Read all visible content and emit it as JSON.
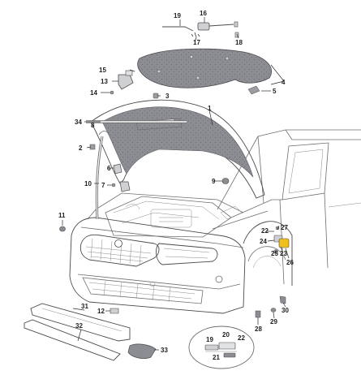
{
  "colors": {
    "line": "#6e6e70",
    "panel_light": "#eaeaec",
    "panel_mid": "#c9cbcf",
    "insulation": "#8b8d92",
    "highlight": "#f2c01e",
    "label": "#1e1e1e"
  },
  "callouts": {
    "c1": "1",
    "c2": "2",
    "c3": "3",
    "c4": "4",
    "c5": "5",
    "c6": "6",
    "c7": "7",
    "c8": "8",
    "c9": "9",
    "c10": "10",
    "c11": "11",
    "c12": "12",
    "c13": "13",
    "c14": "14",
    "c15": "15",
    "c16": "16",
    "c17": "17",
    "c18": "18",
    "c19": "19",
    "c19b": "19",
    "c20": "20",
    "c21": "21",
    "c22": "22",
    "c22b": "22",
    "c23": "23",
    "c24": "24",
    "c25": "25",
    "c26": "26",
    "c27": "27",
    "c28": "28",
    "c29": "29",
    "c30": "30",
    "c31": "31",
    "c32": "32",
    "c33": "33",
    "c34": "34"
  }
}
